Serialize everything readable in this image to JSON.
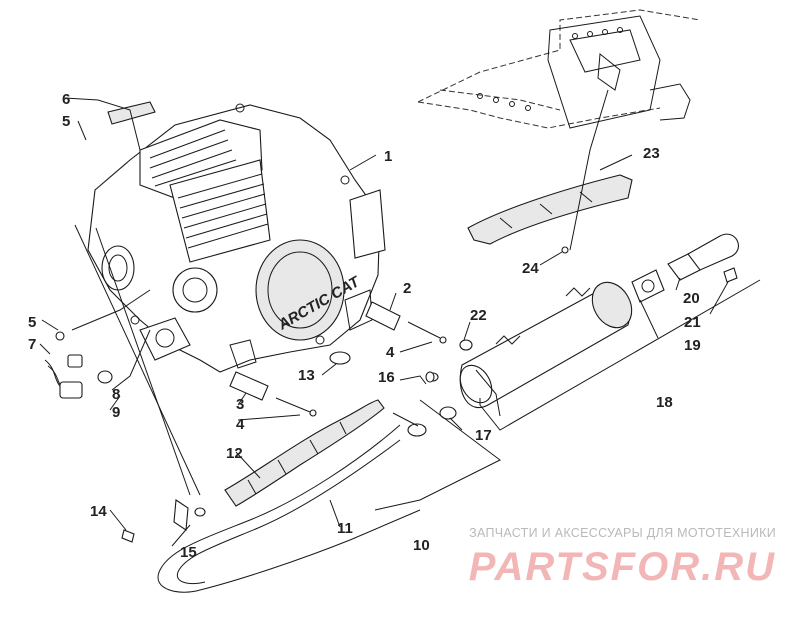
{
  "callouts": [
    "1",
    "2",
    "3",
    "4",
    "4",
    "5",
    "5",
    "6",
    "7",
    "8",
    "9",
    "10",
    "11",
    "12",
    "13",
    "14",
    "15",
    "16",
    "17",
    "18",
    "19",
    "20",
    "21",
    "22",
    "23",
    "24"
  ],
  "watermark": {
    "subtitle": "ЗАПЧАСТИ И АКСЕССУАРЫ ДЛЯ МОТОТЕХНИКИ",
    "logo_text": "PARTSFOR.RU",
    "colors": {
      "logo": "#f3b6b6",
      "subtitle": "#b9b9b9"
    }
  },
  "engine_text": "ARCTIC CAT"
}
